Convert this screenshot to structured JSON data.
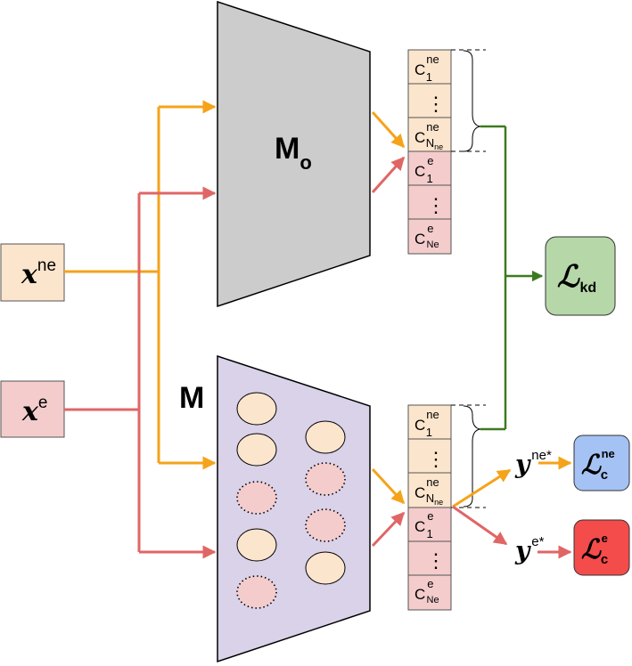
{
  "inputs": {
    "x_ne": {
      "base": "x",
      "sup": "ne"
    },
    "x_e": {
      "base": "x",
      "sup": "e"
    }
  },
  "models": {
    "old": {
      "base": "M",
      "sub": "o"
    },
    "new": {
      "base": "M"
    }
  },
  "top_stack": [
    {
      "base": "C",
      "sup": "ne",
      "sub": "1"
    },
    {
      "dots": "⋮"
    },
    {
      "base": "C",
      "sup": "ne",
      "sub": "N",
      "subsub": "ne"
    },
    {
      "base": "C",
      "sup": "e",
      "sub": "1"
    },
    {
      "dots": "⋮"
    },
    {
      "base": "C",
      "sup": "e",
      "sub": "Ne"
    }
  ],
  "bottom_stack": [
    {
      "base": "C",
      "sup": "ne",
      "sub": "1"
    },
    {
      "dots": "⋮"
    },
    {
      "base": "C",
      "sup": "ne",
      "sub": "N",
      "subsub": "ne"
    },
    {
      "base": "C",
      "sup": "e",
      "sub": "1"
    },
    {
      "dots": "⋮"
    },
    {
      "base": "C",
      "sup": "e",
      "sub": "Ne"
    }
  ],
  "losses": {
    "kd": {
      "base": "ℒ",
      "sub": "kd"
    },
    "c_ne": {
      "base": "ℒ",
      "sup": "ne",
      "sub": "c"
    },
    "c_e": {
      "base": "ℒ",
      "sup": "e",
      "sub": "c"
    }
  },
  "predictions": {
    "y_ne": {
      "base": "y",
      "sup": "ne*"
    },
    "y_e": {
      "base": "y",
      "sup": "e*"
    }
  },
  "colors": {
    "orange": "#f5a31a",
    "red": "#e06666",
    "green": "#3d7a1f",
    "model_old": "#cccccc",
    "model_new": "#d9d2e9",
    "peach": "#fce5cd",
    "pink": "#f4cccc",
    "loss_kd": "#b6d7a8",
    "loss_ne": "#a4c2f4",
    "loss_e": "#f44b4b"
  }
}
